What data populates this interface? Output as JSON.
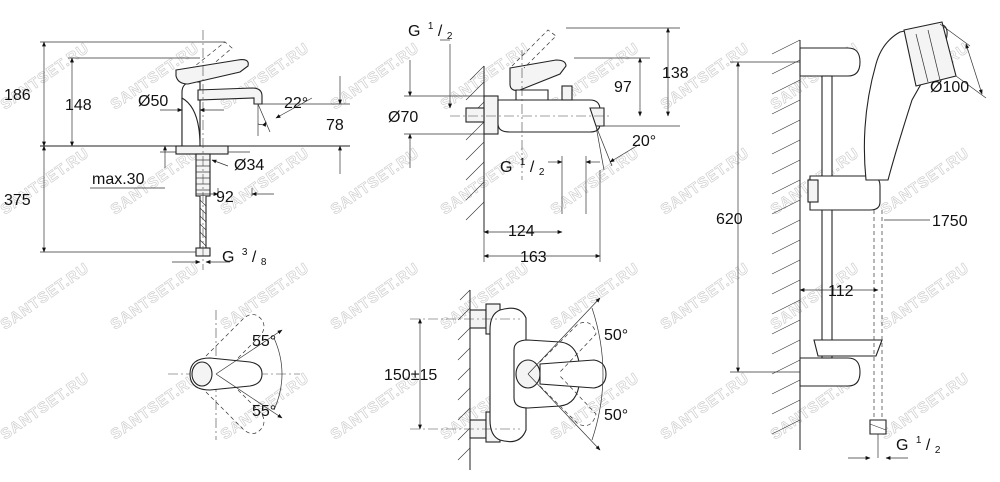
{
  "watermark": "SANTSET.RU",
  "basin_mixer": {
    "height_total": "186",
    "height_spout": "148",
    "spout_diameter": "Ø50",
    "spout_angle": "22°",
    "spout_clearance": "78",
    "below_counter": "375",
    "counter_thickness": "max.30",
    "hole_diameter": "Ø34",
    "offset": "92",
    "connection_g": "G",
    "connection_num": "3",
    "connection_den": "8"
  },
  "bath_mixer": {
    "connection_top_g": "G",
    "connection_top_num": "1",
    "connection_top_den": "2",
    "rosette_diameter": "Ø70",
    "height_97": "97",
    "height_138": "138",
    "outlet_angle": "20°",
    "outlet_g": "G",
    "outlet_num": "1",
    "outlet_den": "2",
    "projection_124": "124",
    "projection_163": "163",
    "centres": "150±15"
  },
  "lever_rotation": {
    "basin_up": "55°",
    "basin_down": "55°",
    "bath_up": "50°",
    "bath_down": "50°"
  },
  "shower_set": {
    "head_diameter": "Ø100",
    "rail_length": "620",
    "hose_length": "1750",
    "rail_offset": "112",
    "hose_g": "G",
    "hose_num": "1",
    "hose_den": "2"
  }
}
